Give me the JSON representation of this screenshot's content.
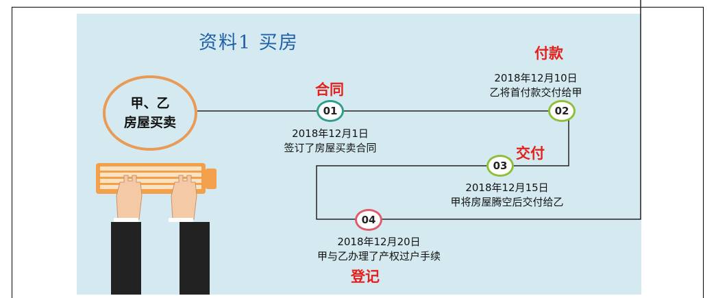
{
  "title": "资料1  买房",
  "hub": {
    "text": "甲、乙\n房屋买卖"
  },
  "steps": [
    {
      "number": "01",
      "label": "合同",
      "date": "2018年12月1日",
      "desc": "签订了房屋买卖合同",
      "ring_color": "#2e9e8a"
    },
    {
      "number": "02",
      "label": "付款",
      "date": "2018年12月10日",
      "desc": "乙将首付款交付给甲",
      "ring_color": "#8fbf3a"
    },
    {
      "number": "03",
      "label": "交付",
      "date": "2018年12月15日",
      "desc": "甲将房屋腾空后交付给乙",
      "ring_color": "#8fbf3a"
    },
    {
      "number": "04",
      "label": "登记",
      "date": "2018年12月20日",
      "desc": "甲与乙办理了产权过户手续",
      "ring_color": "#e05a6a"
    }
  ],
  "colors": {
    "panel": "#d4eaf0",
    "hub_ring": "#e99a57",
    "title": "#1f5fa8",
    "label": "#e3201b"
  }
}
